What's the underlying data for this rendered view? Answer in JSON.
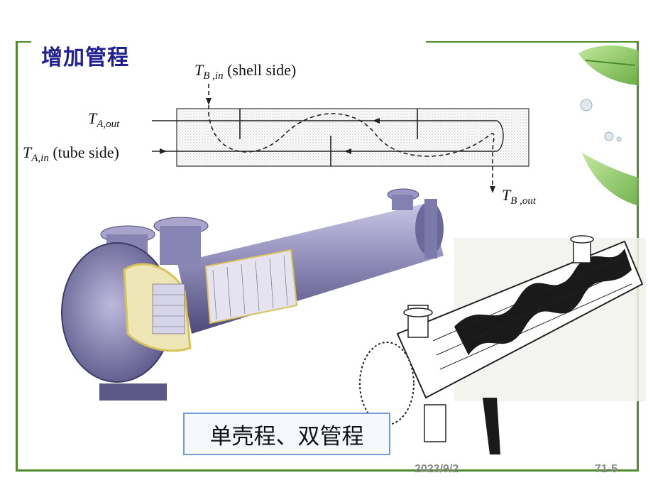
{
  "slide": {
    "title": "增加管程",
    "caption": "单壳程、双管程",
    "footer_date": "2023/9/2",
    "page_number": "71-5"
  },
  "diagram": {
    "t_b_in": {
      "symbol": "T",
      "subscript": "B ,in",
      "note": "(shell side)"
    },
    "t_a_out": {
      "symbol": "T",
      "subscript": "A,out"
    },
    "t_a_in": {
      "symbol": "T",
      "subscript": "A,in",
      "note": "(tube side)"
    },
    "t_b_out": {
      "symbol": "T",
      "subscript": "B ,out"
    }
  },
  "colors": {
    "frame": "#4f8a2b",
    "title": "#1f1f8f",
    "caption_border": "#6f9bd4",
    "leaf": "#8ccf5a",
    "shell_metal": "#8a86b4"
  }
}
